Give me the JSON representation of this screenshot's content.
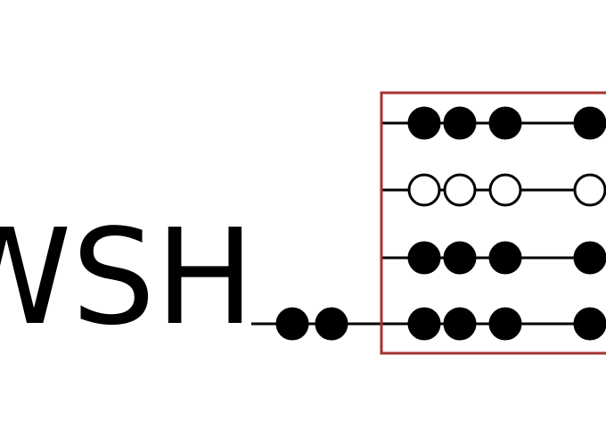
{
  "logo": {
    "text": "WSH",
    "colors": {
      "ink": "#000000",
      "frame": "#a83232",
      "background": "#ffffff"
    }
  },
  "lead_in": {
    "beads": [
      "filled",
      "filled"
    ]
  },
  "rows": [
    {
      "beads": [
        "filled",
        "filled",
        "filled",
        "filled"
      ]
    },
    {
      "beads": [
        "open",
        "open",
        "open",
        "open"
      ]
    },
    {
      "beads": [
        "filled",
        "filled",
        "filled",
        "filled"
      ]
    },
    {
      "beads": [
        "filled",
        "filled",
        "filled",
        "filled"
      ]
    }
  ]
}
